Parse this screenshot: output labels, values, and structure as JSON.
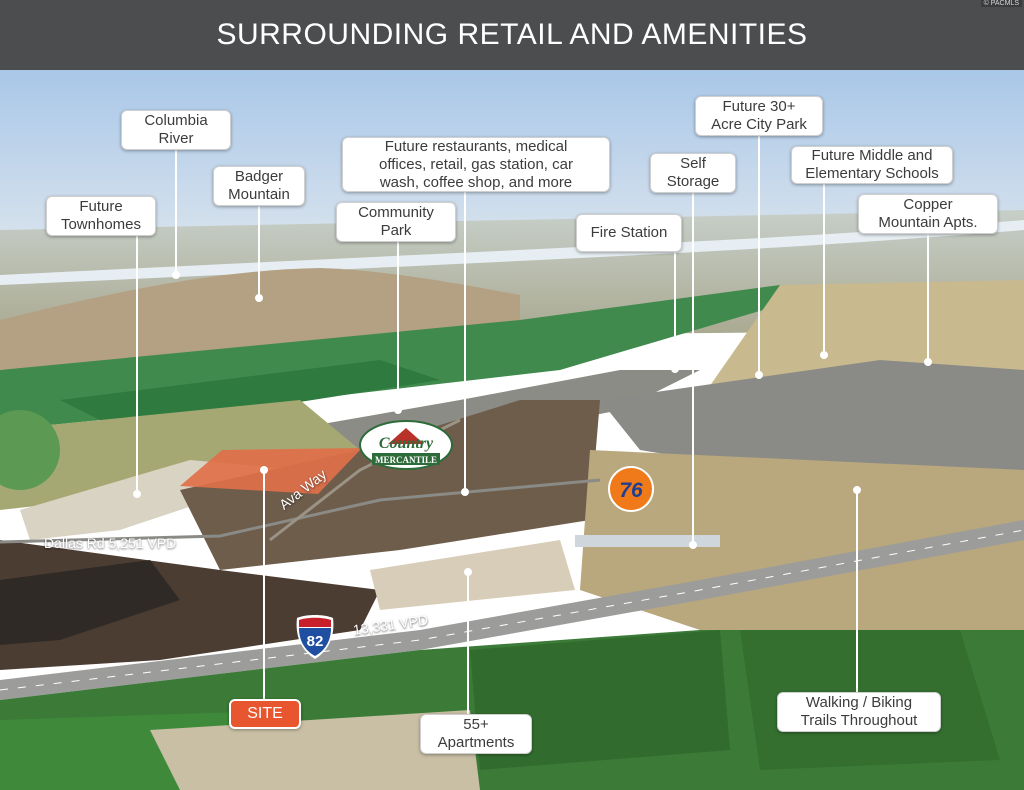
{
  "header": {
    "title": "SURROUNDING RETAIL AND AMENITIES",
    "credit": "© PACMLS"
  },
  "site_label": "SITE",
  "callouts": [
    {
      "id": "columbia-river",
      "text": "Columbia\nRiver"
    },
    {
      "id": "future-townhomes",
      "text": "Future\nTownhomes"
    },
    {
      "id": "badger-mountain",
      "text": "Badger\nMountain"
    },
    {
      "id": "community-park",
      "text": "Community\nPark"
    },
    {
      "id": "future-restaurants",
      "text": "Future restaurants, medical\noffices, retail, gas station, car\nwash, coffee shop, and more"
    },
    {
      "id": "fire-station",
      "text": "Fire Station"
    },
    {
      "id": "self-storage",
      "text": "Self\nStorage"
    },
    {
      "id": "future-city-park",
      "text": "Future 30+\nAcre City Park"
    },
    {
      "id": "future-schools",
      "text": "Future Middle and\nElementary Schools"
    },
    {
      "id": "copper-mountain",
      "text": "Copper\nMountain Apts."
    },
    {
      "id": "apartments-55",
      "text": "55+\nApartments"
    },
    {
      "id": "trails",
      "text": "Walking / Biking\nTrails Throughout"
    }
  ],
  "roads": {
    "dallas": "Dallas Rd   5,251 VPD",
    "ava": "Ava Way",
    "i82_vpd": "13,331 VPD",
    "i82_number": "82"
  },
  "brands": {
    "gas_station": "76",
    "mercantile_top": "Country",
    "mercantile_bottom": "MERCANTILE"
  },
  "colors": {
    "header_bg": "#4b4d4f",
    "site_parcel": "#e0704a",
    "site_label_bg": "#e8562f",
    "gas_76": "#f07a1a",
    "interstate_blue": "#1f4fa0",
    "interstate_red": "#c8202a"
  }
}
